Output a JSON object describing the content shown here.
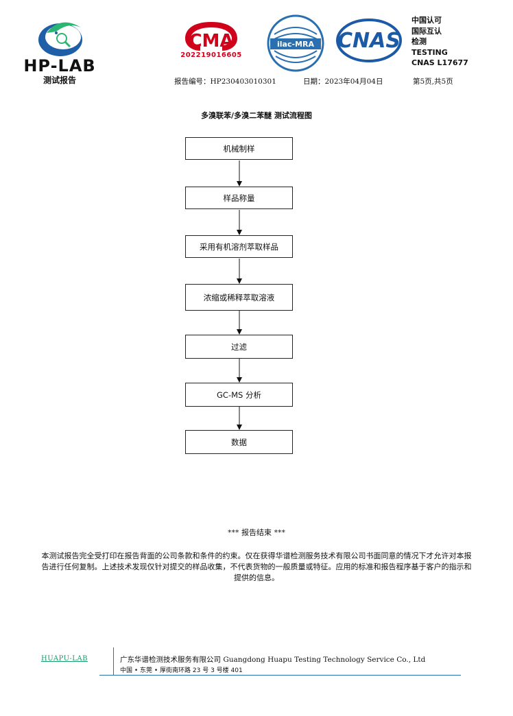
{
  "header": {
    "brand_name": "HP-LAB",
    "brand_sub": "测试报告",
    "ma_text": "CMA",
    "ma_code": "202219016605",
    "ilac_text": "ilac-MRA",
    "cnas_text": "CNAS",
    "cert_lines": [
      "中国认可",
      "国际互认",
      "检测",
      "TESTING",
      "CNAS L17677"
    ],
    "report_no": "报告编号：HP230403010301",
    "date": "日期：2023年04月04日",
    "page": "第5页,共5页"
  },
  "flowchart": {
    "title": "多溴联苯/多溴二苯醚 测试流程图",
    "steps": [
      "机械制样",
      "样品称量",
      "采用有机溶剂萃取样品",
      "浓缩或稀释萃取溶液",
      "过滤",
      "GC-MS 分析",
      "数据"
    ]
  },
  "end_text": "*** 报告结束 ***",
  "disclaimer": "本测试报告完全受打印在报告背面的公司条款和条件的约束。仅在获得华谱检测服务技术有限公司书面同意的情况下才允许对本报告进行任何复制。上述技术发现仅针对提交的样品收集，不代表货物的一般质量或特征。应用的标准和报告程序基于客户的指示和提供的信息。",
  "footer": {
    "brand": "HUAPU-LAB",
    "company": "广东华谱检测技术服务有限公司 Guangdong Huapu Testing Technology Service Co., Ltd",
    "address": "中国 • 东莞 • 厚街南环路 23 号 3 号楼 401"
  },
  "colors": {
    "ma_red": "#d0021b",
    "ilac_blue": "#2a6fb0",
    "cnas_blue": "#1d5aa5",
    "hp_green": "#2bb673",
    "hp_blue": "#1f5fa8",
    "footer_line": "#2b6fa8"
  }
}
